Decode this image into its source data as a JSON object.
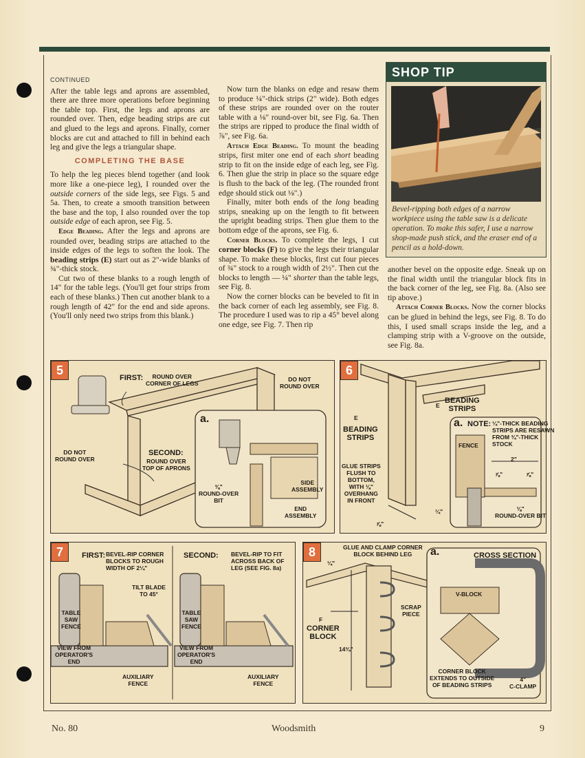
{
  "continued": "CONTINUED",
  "col1": {
    "p1": "After the table legs and aprons are assembled, there are three more operations before beginning the table top. First, the legs and aprons are rounded over. Then, edge beading strips are cut and glued to the legs and aprons. Finally, corner blocks are cut and attached to fill in behind each leg and give the legs a triangular shape.",
    "heading": "COMPLETING THE BASE",
    "p2a": "To help the leg pieces blend together (and look more like a one-piece leg), I rounded over the ",
    "p2b": "outside corners",
    "p2c": " of the side legs, see Figs. 5 and 5a. Then, to create a smooth transition between the base and the top, I also rounded over the top ",
    "p2d": "outside edge",
    "p2e": " of each apron, see Fig. 5.",
    "p3runin": "Edge Beading.",
    "p3a": " After the legs and aprons are rounded over, beading strips are attached to the inside edges of the legs to soften the look. The ",
    "p3b": "beading strips (E)",
    "p3c": " start out as 2\"-wide blanks of ¾\"-thick stock.",
    "p4": "Cut two of these blanks to a rough length of 14\" for the table legs. (You'll get four strips from each of these blanks.) Then cut another blank to a rough length of 42\" for the end and side aprons. (You'll only need two strips from this blank.)"
  },
  "col2": {
    "p1": "Now turn the blanks on edge and resaw them to produce ¼\"-thick strips (2\" wide). Both edges of these strips are rounded over on the router table with a ⅛\" round-over bit, see Fig. 6a. Then the strips are ripped to produce the final width of ⅞\", see Fig. 6a.",
    "p2runin": "Attach Edge Beading.",
    "p2a": " To mount the beading strips, first miter one end of each ",
    "p2b": "short",
    "p2c": " beading strip to fit on the inside edge of each leg, see Fig. 6. Then glue the strip in place so the square edge is flush to the back of the leg. (The rounded front edge should stick out ⅛\".)",
    "p3a": "Finally, miter both ends of the ",
    "p3b": "long",
    "p3c": " beading strips, sneaking up on the length to fit between the upright beading strips. Then glue them to the bottom edge of the aprons, see Fig. 6.",
    "p4runin": "Corner Blocks.",
    "p4a": " To complete the legs, I cut ",
    "p4b": "corner blocks (F)",
    "p4c": " to give the legs their triangular shape. To make these blocks, first cut four pieces of ¾\" stock to a rough width of 2½\". Then cut the blocks to length — ¼\" ",
    "p4d": "shorter",
    "p4e": " than the table legs, see Fig. 8.",
    "p5": "Now the corner blocks can be beveled to fit in the back corner of each leg assembly, see Fig. 8. The procedure I used was to rip a 45° bevel along one edge, see Fig. 7. Then rip"
  },
  "col3": {
    "p1": "another bevel on the opposite edge. Sneak up on the final width until the triangular block fits in the back corner of the leg, see Fig. 8a. (Also see tip above.)",
    "p2runin": "Attach Corner Blocks.",
    "p2a": " Now the corner blocks can be glued in behind the legs, see Fig. 8. To do this, I used small scraps inside the leg, and a clamping strip with a V-groove on the outside, see Fig. 8a."
  },
  "shoptip": {
    "title": "SHOP TIP",
    "caption": "Bevel-ripping both edges of a narrow workpiece using the table saw is a delicate operation. To make this safer, I use a narrow shop-made push stick, and the eraser end of a pencil as a hold-down."
  },
  "fig5": {
    "num": "5",
    "first": "FIRST:",
    "first_text": "ROUND OVER\nCORNER OF LEGS",
    "do_not_right": "DO NOT\nROUND OVER",
    "do_not_left": "DO NOT\nROUND OVER",
    "second": "SECOND:",
    "second_text": "ROUND OVER\nTOP OF APRONS",
    "sub_a": "a.",
    "bit": "⅜\"\nROUND-OVER\nBIT",
    "side": "SIDE\nASSEMBLY",
    "end": "END\nASSEMBLY"
  },
  "fig6": {
    "num": "6",
    "e1": "E",
    "beading1": "BEADING\nSTRIPS",
    "e2": "E",
    "beading2": "BEADING\nSTRIPS",
    "glue": "GLUE STRIPS\nFLUSH TO\nBOTTOM,\nWITH ⅛\"\nOVERHANG\nIN FRONT",
    "d78": "⅞\"",
    "d14": "¼\"",
    "sub_a": "a.",
    "note": "NOTE:",
    "note_text": "¼\"-THICK BEADING\nSTRIPS ARE RESAWN\nFROM ¾\"-THICK\nSTOCK",
    "fence": "FENCE",
    "d2": "2\"",
    "d78a": "⅞\"",
    "d78b": "⅞\"",
    "bit": "⅛\"\nROUND-OVER BIT"
  },
  "fig7": {
    "num": "7",
    "first": "FIRST:",
    "first_text": "BEVEL-RIP CORNER\nBLOCKS TO ROUGH\nWIDTH OF 2¼\"",
    "tilt": "TILT BLADE\nTO 45°",
    "fence1": "TABLE\nSAW\nFENCE",
    "view1": "VIEW FROM\nOPERATOR'S\nEND",
    "aux1": "AUXILIARY\nFENCE",
    "second": "SECOND:",
    "second_text": "BEVEL-RIP TO FIT\nACROSS BACK OF\nLEG (SEE FIG. 8a)",
    "fence2": "TABLE\nSAW\nFENCE",
    "view2": "VIEW FROM\nOPERATOR'S\nEND",
    "aux2": "AUXILIARY\nFENCE"
  },
  "fig8": {
    "num": "8",
    "glue": "GLUE AND CLAMP CORNER\nBLOCK BEHIND LEG",
    "d14": "¼\"",
    "f": "F",
    "corner": "CORNER\nBLOCK",
    "scrap": "SCRAP\nPIECE",
    "d1434": "14¾\"",
    "sub_a": "a.",
    "cross": "CROSS SECTION",
    "vblock": "V-BLOCK",
    "extends": "CORNER BLOCK\nEXTENDS TO OUTSIDE\nOF BEADING STRIPS",
    "clamp": "4\"\nC-CLAMP"
  },
  "footer": {
    "left": "No. 80",
    "center": "Woodsmith",
    "right": "9"
  }
}
